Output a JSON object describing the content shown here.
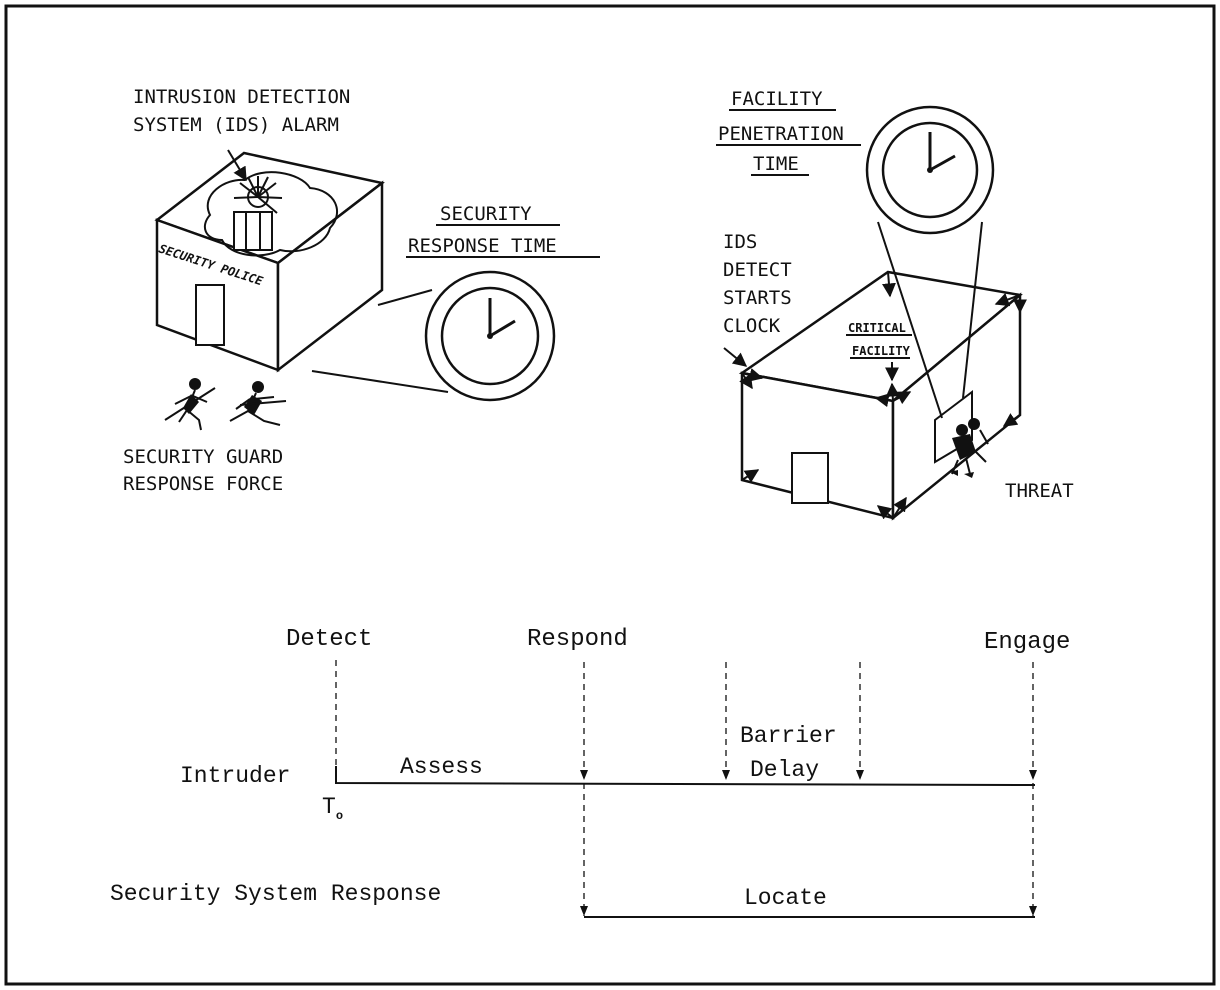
{
  "illustration": {
    "ids_alarm_label": [
      "INTRUSION DETECTION",
      "SYSTEM (IDS) ALARM"
    ],
    "building_sign": "SECURITY POLICE",
    "security_response_time_label": [
      "SECURITY",
      "RESPONSE TIME"
    ],
    "guard_label": [
      "SECURITY GUARD",
      "RESPONSE FORCE"
    ],
    "facility_penetration_label": [
      "FACILITY",
      "PENETRATION",
      "TIME"
    ],
    "ids_detect_label": [
      "IDS",
      "DETECT",
      "STARTS",
      "CLOCK"
    ],
    "critical_facility_label": [
      "CRITICAL",
      "FACILITY"
    ],
    "threat_label": "THREAT"
  },
  "timeline": {
    "events": [
      "Detect",
      "Respond",
      "Engage"
    ],
    "intruder_row_label": "Intruder",
    "t0_label": "T",
    "t0_subscript": "o",
    "segments": [
      "Assess",
      "Barrier",
      "Delay"
    ],
    "response_row_label": "Security System Response",
    "response_segment": "Locate"
  }
}
